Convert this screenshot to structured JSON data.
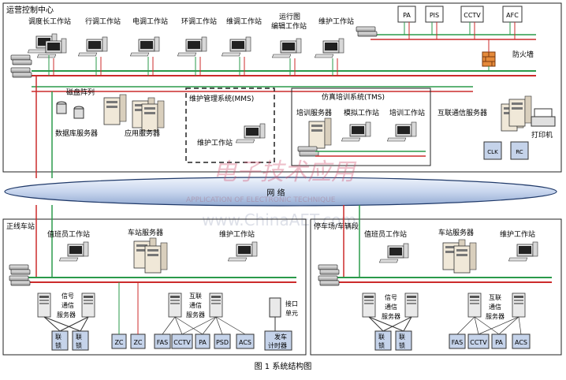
{
  "occ": {
    "title": "运营控制中心",
    "workstations": [
      "调度长工作站",
      "行调工作站",
      "电调工作站",
      "环调工作站",
      "维调工作站",
      "维护工作站"
    ],
    "timetable_ws": [
      "运行图",
      "编辑工作站"
    ],
    "external": [
      "PA",
      "PIS",
      "CCTV",
      "AFC"
    ],
    "firewall": "防火墙",
    "disk_array": "磁盘阵列",
    "db_server": "数据库服务器",
    "app_server": "应用服务器",
    "mms": {
      "title": "维护管理系统(MMS)",
      "ws": "维护工作站"
    },
    "tms": {
      "title": "仿真培训系统(TMS)",
      "items": [
        "培训服务器",
        "模拟工作站",
        "培训工作站"
      ]
    },
    "interconnect_server": "互联通信服务器",
    "printer": "打印机",
    "side_boxes": [
      "CLK",
      "RC"
    ]
  },
  "network": {
    "label": "网    络"
  },
  "watermark": {
    "cn": "电子技术应用",
    "en": "APPLICATION OF ELECTRONIC TECHNIQUE",
    "url": "www.ChinaAET.com"
  },
  "station": {
    "title": "正线车站",
    "duty_ws": "值班员工作站",
    "station_server": "车站服务器",
    "maint_ws": "维护工作站",
    "signal_server": "信号\n通信\n服务器",
    "interlock": [
      "联\n锁",
      "联\n锁"
    ],
    "interconnect": "互联\n通信\n服务器",
    "zc": [
      "ZC",
      "ZC"
    ],
    "subs": [
      "FAS",
      "CCTV",
      "PA",
      "PSD",
      "ACS"
    ],
    "interface": "接口\n单元",
    "departure_timer": "发车\n计时器"
  },
  "depot": {
    "title": "停车场/车辆段",
    "duty_ws": "值班员工作站",
    "station_server": "车站服务器",
    "maint_ws": "维护工作站",
    "signal_server": "信号\n通信\n服务器",
    "interlock": [
      "联\n锁",
      "联\n锁"
    ],
    "interconnect": "互联\n通信\n服务器",
    "subs": [
      "FAS",
      "CCTV",
      "PA",
      "ACS"
    ]
  },
  "caption": "图 1    系统结构图"
}
